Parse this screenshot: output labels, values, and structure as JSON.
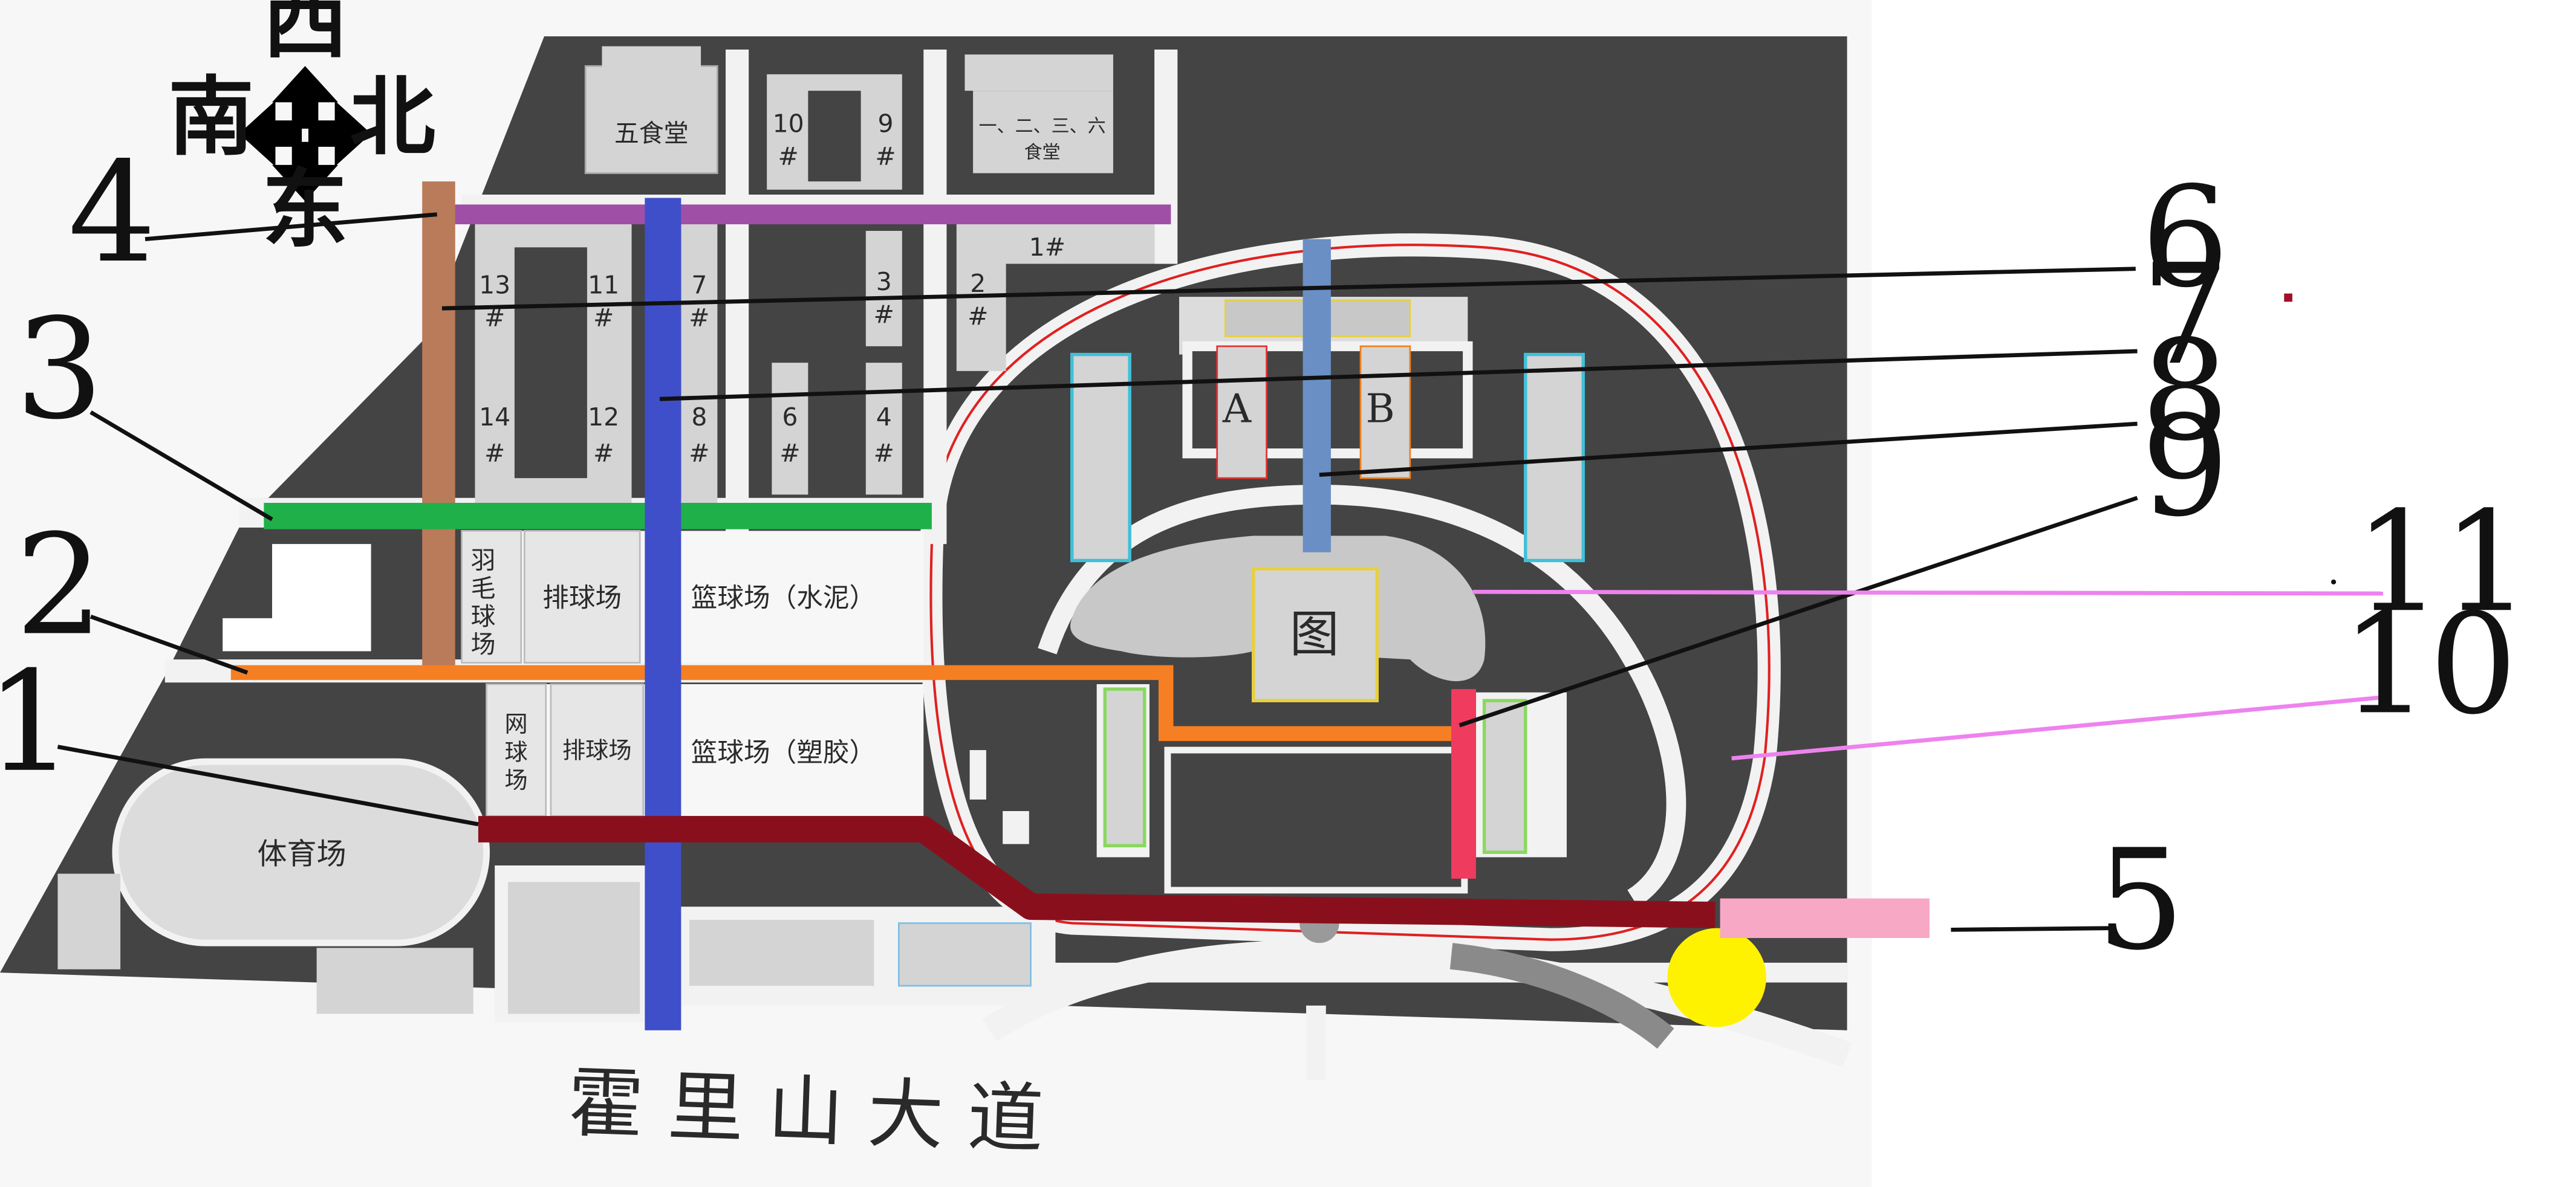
{
  "compass": {
    "west": "西",
    "south": "南",
    "north": "北",
    "east": "东"
  },
  "buildings": {
    "canteen5": "五食堂",
    "dorm10": "10\n#",
    "dorm9": "9\n#",
    "canteen_group": "一、二、三、六",
    "canteen_group_sub": "食堂",
    "dorm1": "1#",
    "dorm13": "13\n#",
    "dorm11": "11\n#",
    "dorm7": "7\n#",
    "dorm3": "3\n#",
    "dorm2": "2\n#",
    "dorm14": "14\n#",
    "dorm12": "12\n#",
    "dorm8": "8\n#",
    "dorm6": "6\n#",
    "dorm4": "4\n#",
    "badminton": "羽\n毛\n球\n场",
    "volleyball1": "排球场",
    "basketball_cement": "篮球场（水泥）",
    "tennis": "网\n球\n场",
    "volleyball2": "排球场",
    "basketball_plastic": "篮球场（塑胶）",
    "stadium": "体育场",
    "building_a": "A",
    "building_b": "B",
    "library": "图",
    "road_name": "霍 里 山 大 道"
  },
  "route_labels": [
    "1",
    "2",
    "3",
    "4",
    "5",
    "6",
    "7",
    "8",
    "9",
    "10",
    "11"
  ],
  "colors": {
    "route1": "#8a0f1c",
    "route2": "#f57f22",
    "route3": "#20b04a",
    "route4": "#a04fa6",
    "route5": "#f7a8c4",
    "route6": "#b97b5a",
    "route7": "#3f4fc9",
    "route8": "#6a8fc4",
    "route9": "#ef3b5e",
    "route10": "#ee82ee",
    "route11": "#ee82ee",
    "ground_dark": "#444444",
    "building_light": "#d4d4d4",
    "sun": "#fff200"
  }
}
